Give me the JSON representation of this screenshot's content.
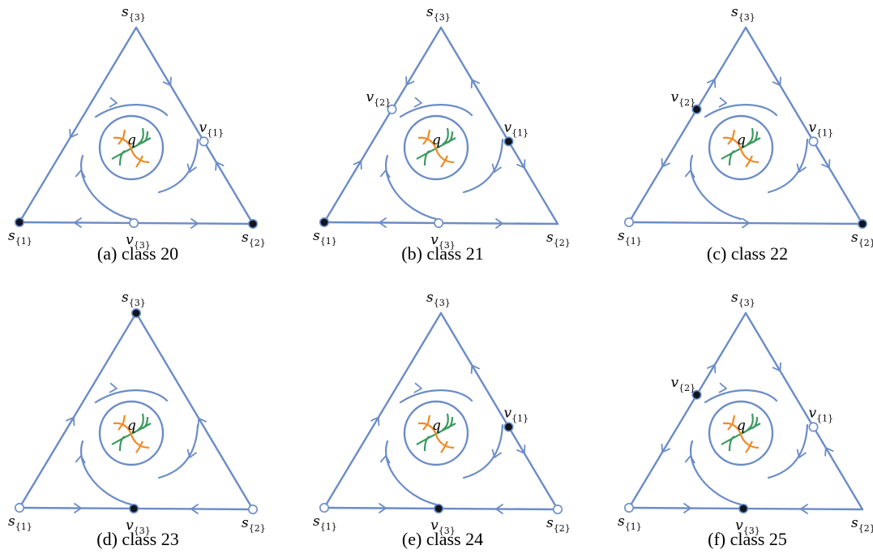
{
  "colors": {
    "line": "#6b8cc7",
    "green": "#3c9a5f",
    "orange": "#f08a24",
    "closed_point": "#10141f",
    "open_point": "#ffffff"
  },
  "center_label": "q",
  "panels": [
    {
      "caption": "(a) class 20",
      "rotation": "ccw",
      "vertices": {
        "s1": {
          "base": "s",
          "sub": "{1}",
          "state": "closed"
        },
        "s2": {
          "base": "s",
          "sub": "{2}",
          "state": "closed"
        },
        "s3": {
          "base": "s",
          "sub": "{3}",
          "state": "none"
        }
      },
      "edge_points": {
        "v1": {
          "base": "v",
          "sub": "{1}",
          "state": "open"
        },
        "v2": null,
        "v3": {
          "base": "v",
          "sub": "{3}",
          "state": "open"
        }
      },
      "edge_arrows": {
        "left": "down",
        "right": [
          "up",
          "down"
        ],
        "bottom": [
          "left",
          "right"
        ]
      }
    },
    {
      "caption": "(b) class 21",
      "rotation": "ccw",
      "vertices": {
        "s1": {
          "base": "s",
          "sub": "{1}",
          "state": "closed"
        },
        "s2": {
          "base": "s",
          "sub": "{2}",
          "state": "none"
        },
        "s3": {
          "base": "s",
          "sub": "{3}",
          "state": "none"
        }
      },
      "edge_points": {
        "v1": {
          "base": "v",
          "sub": "{1}",
          "state": "closed"
        },
        "v2": {
          "base": "v",
          "sub": "{2}",
          "state": "open"
        },
        "v3": {
          "base": "v",
          "sub": "{3}",
          "state": "open"
        }
      },
      "edge_arrows": {
        "left": [
          "up",
          "down"
        ],
        "right": [
          "down",
          "up"
        ],
        "bottom": [
          "left",
          "right"
        ]
      }
    },
    {
      "caption": "(c) class 22",
      "rotation": "ccw",
      "vertices": {
        "s1": {
          "base": "s",
          "sub": "{1}",
          "state": "open"
        },
        "s2": {
          "base": "s",
          "sub": "{2}",
          "state": "closed"
        },
        "s3": {
          "base": "s",
          "sub": "{3}",
          "state": "none"
        }
      },
      "edge_points": {
        "v1": {
          "base": "v",
          "sub": "{1}",
          "state": "open"
        },
        "v2": {
          "base": "v",
          "sub": "{2}",
          "state": "closed"
        },
        "v3": null
      },
      "edge_arrows": {
        "left": [
          "down",
          "up"
        ],
        "right": [
          "down",
          "down"
        ],
        "bottom": [
          "right"
        ]
      }
    },
    {
      "caption": "(d) class 23",
      "rotation": "ccw",
      "vertices": {
        "s1": {
          "base": "s",
          "sub": "{1}",
          "state": "open"
        },
        "s2": {
          "base": "s",
          "sub": "{2}",
          "state": "open"
        },
        "s3": {
          "base": "s",
          "sub": "{3}",
          "state": "closed"
        }
      },
      "edge_points": {
        "v1": null,
        "v2": null,
        "v3": {
          "base": "v",
          "sub": "{3}",
          "state": "closed"
        }
      },
      "edge_arrows": {
        "left": [
          "up"
        ],
        "right": [
          "up"
        ],
        "bottom": [
          "right",
          "left"
        ]
      }
    },
    {
      "caption": "(e) class 24",
      "rotation": "ccw",
      "vertices": {
        "s1": {
          "base": "s",
          "sub": "{1}",
          "state": "open"
        },
        "s2": {
          "base": "s",
          "sub": "{2}",
          "state": "open"
        },
        "s3": {
          "base": "s",
          "sub": "{3}",
          "state": "none"
        }
      },
      "edge_points": {
        "v1": {
          "base": "v",
          "sub": "{1}",
          "state": "closed"
        },
        "v2": null,
        "v3": {
          "base": "v",
          "sub": "{3}",
          "state": "closed"
        }
      },
      "edge_arrows": {
        "left": [
          "up"
        ],
        "right": [
          "down",
          "up"
        ],
        "bottom": [
          "right",
          "left"
        ]
      }
    },
    {
      "caption": "(f) class 25",
      "rotation": "ccw",
      "vertices": {
        "s1": {
          "base": "s",
          "sub": "{1}",
          "state": "open"
        },
        "s2": {
          "base": "s",
          "sub": "{2}",
          "state": "none"
        },
        "s3": {
          "base": "s",
          "sub": "{3}",
          "state": "none"
        }
      },
      "edge_points": {
        "v1": {
          "base": "v",
          "sub": "{1}",
          "state": "open"
        },
        "v2": {
          "base": "v",
          "sub": "{2}",
          "state": "closed"
        },
        "v3": {
          "base": "v",
          "sub": "{3}",
          "state": "closed"
        }
      },
      "edge_arrows": {
        "left": [
          "down",
          "up"
        ],
        "right": [
          "up",
          "down"
        ],
        "bottom": [
          "right",
          "left"
        ]
      }
    }
  ]
}
